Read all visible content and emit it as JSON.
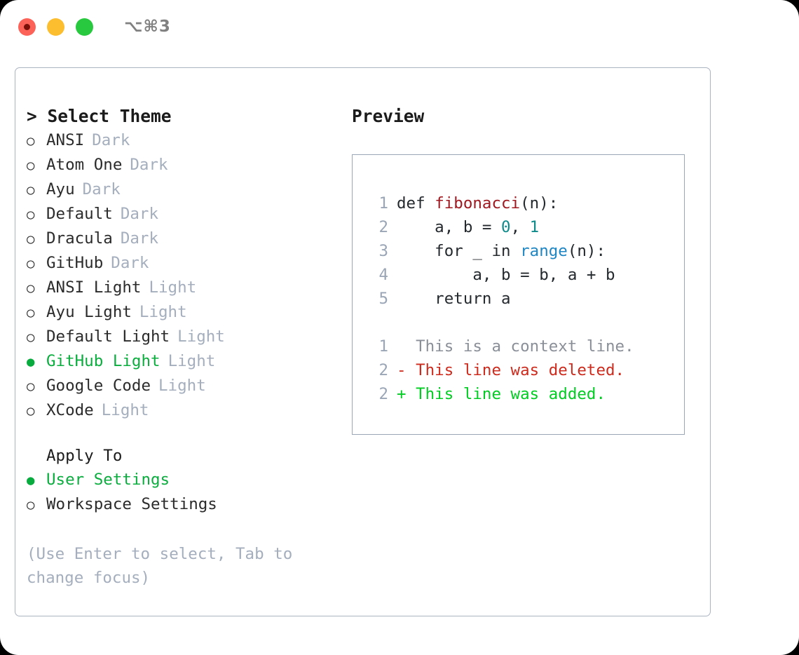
{
  "window": {
    "shortcut": "⌥⌘3",
    "traffic_lights": [
      {
        "name": "close",
        "color": "#fd6258"
      },
      {
        "name": "minimize",
        "color": "#fcbd2e"
      },
      {
        "name": "maximize",
        "color": "#28c93f"
      }
    ]
  },
  "theme_picker": {
    "caret": ">",
    "title": "Select Theme",
    "marker_selected": "●",
    "marker_unselected": "○",
    "items": [
      {
        "label": "ANSI",
        "suffix": "Dark",
        "selected": false
      },
      {
        "label": "Atom One",
        "suffix": "Dark",
        "selected": false
      },
      {
        "label": "Ayu",
        "suffix": "Dark",
        "selected": false
      },
      {
        "label": "Default",
        "suffix": "Dark",
        "selected": false
      },
      {
        "label": "Dracula",
        "suffix": "Dark",
        "selected": false
      },
      {
        "label": "GitHub",
        "suffix": "Dark",
        "selected": false
      },
      {
        "label": "ANSI Light",
        "suffix": "Light",
        "selected": false
      },
      {
        "label": "Ayu Light",
        "suffix": "Light",
        "selected": false
      },
      {
        "label": "Default Light",
        "suffix": "Light",
        "selected": false
      },
      {
        "label": "GitHub Light",
        "suffix": "Light",
        "selected": true
      },
      {
        "label": "Google Code",
        "suffix": "Light",
        "selected": false
      },
      {
        "label": "XCode",
        "suffix": "Light",
        "selected": false
      }
    ]
  },
  "apply_to": {
    "title": "Apply To",
    "items": [
      {
        "label": "User Settings",
        "selected": true
      },
      {
        "label": "Workspace Settings",
        "selected": false
      }
    ]
  },
  "hint": "(Use Enter to select, Tab to change focus)",
  "preview": {
    "title": "Preview",
    "code_lines": [
      {
        "num": "1",
        "tokens": [
          {
            "text": "def ",
            "kind": "plain"
          },
          {
            "text": "fibonacci",
            "kind": "func"
          },
          {
            "text": "(n):",
            "kind": "plain"
          }
        ]
      },
      {
        "num": "2",
        "tokens": [
          {
            "text": "    a, b = ",
            "kind": "plain"
          },
          {
            "text": "0",
            "kind": "num"
          },
          {
            "text": ", ",
            "kind": "plain"
          },
          {
            "text": "1",
            "kind": "num"
          }
        ]
      },
      {
        "num": "3",
        "tokens": [
          {
            "text": "    for _ in ",
            "kind": "plain"
          },
          {
            "text": "range",
            "kind": "call"
          },
          {
            "text": "(n):",
            "kind": "plain"
          }
        ]
      },
      {
        "num": "4",
        "tokens": [
          {
            "text": "        a, b = b, a + b",
            "kind": "plain"
          }
        ]
      },
      {
        "num": "5",
        "tokens": [
          {
            "text": "    return a",
            "kind": "plain"
          }
        ]
      }
    ],
    "diff_lines": [
      {
        "num": "1",
        "marker": " ",
        "text": "This is a context line.",
        "kind": "ctx"
      },
      {
        "num": "2",
        "marker": "-",
        "text": "This line was deleted.",
        "kind": "del"
      },
      {
        "num": "2",
        "marker": "+",
        "text": "This line was added.",
        "kind": "add"
      }
    ]
  },
  "colors": {
    "selected_green": "#0aad3e",
    "suffix_gray": "#a4aebd",
    "line_number": "#9aa5b5",
    "panel_border": "#aab3c0",
    "preview_border": "#9aa5b5",
    "func_red": "#a01820",
    "number_teal": "#0e8a8a",
    "call_blue": "#1f86c4",
    "diff_add": "#00cc22",
    "diff_del": "#cc2b1d",
    "diff_ctx": "#8a8f98"
  }
}
